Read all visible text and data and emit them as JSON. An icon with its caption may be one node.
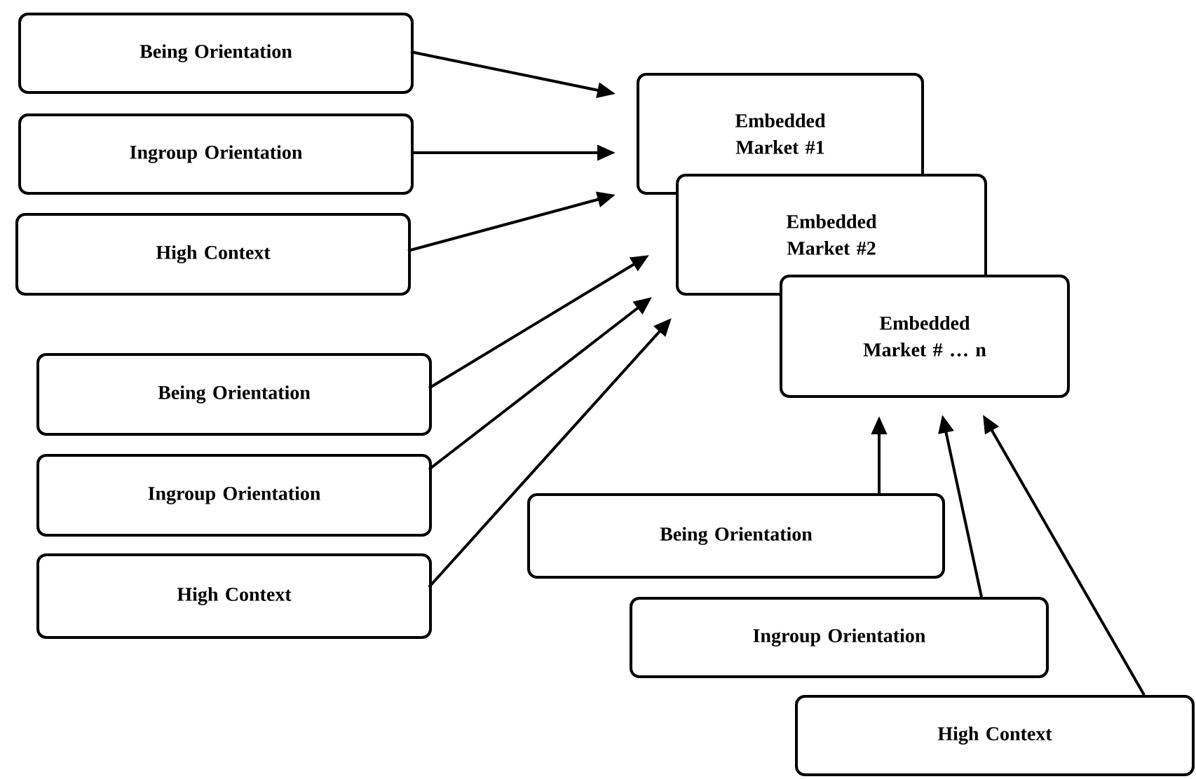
{
  "diagram": {
    "nodes": [
      {
        "text": [
          "Being Orientation"
        ]
      },
      {
        "text": [
          "Ingroup Orientation"
        ]
      },
      {
        "text": [
          "High Context"
        ]
      },
      {
        "text": [
          "Embedded Market #1"
        ]
      },
      {
        "text": [
          "Embedded Market #2"
        ]
      },
      {
        "text": [
          "Embedded Market # … n"
        ]
      },
      {
        "text": [
          "Being Orientation"
        ]
      },
      {
        "text": [
          "Ingroup Orientation"
        ]
      },
      {
        "text": [
          "High Context"
        ]
      },
      {
        "text": [
          "Being Orientation"
        ]
      },
      {
        "text": [
          "Ingroup Orientation"
        ]
      },
      {
        "text": [
          "High Context"
        ]
      }
    ],
    "edges": [
      {
        "from": 0,
        "to": 3,
        "arrow": "to"
      },
      {
        "from": 1,
        "to": 3,
        "arrow": "to"
      },
      {
        "from": 2,
        "to": 3,
        "arrow": "to"
      },
      {
        "from": 6,
        "to": 4,
        "arrow": "to"
      },
      {
        "from": 7,
        "to": 4,
        "arrow": "to"
      },
      {
        "from": 8,
        "to": 4,
        "arrow": "to"
      },
      {
        "from": 9,
        "to": 5,
        "arrow": "to"
      },
      {
        "from": 10,
        "to": 5,
        "arrow": "to"
      },
      {
        "from": 11,
        "to": 5,
        "arrow": "to"
      }
    ]
  }
}
